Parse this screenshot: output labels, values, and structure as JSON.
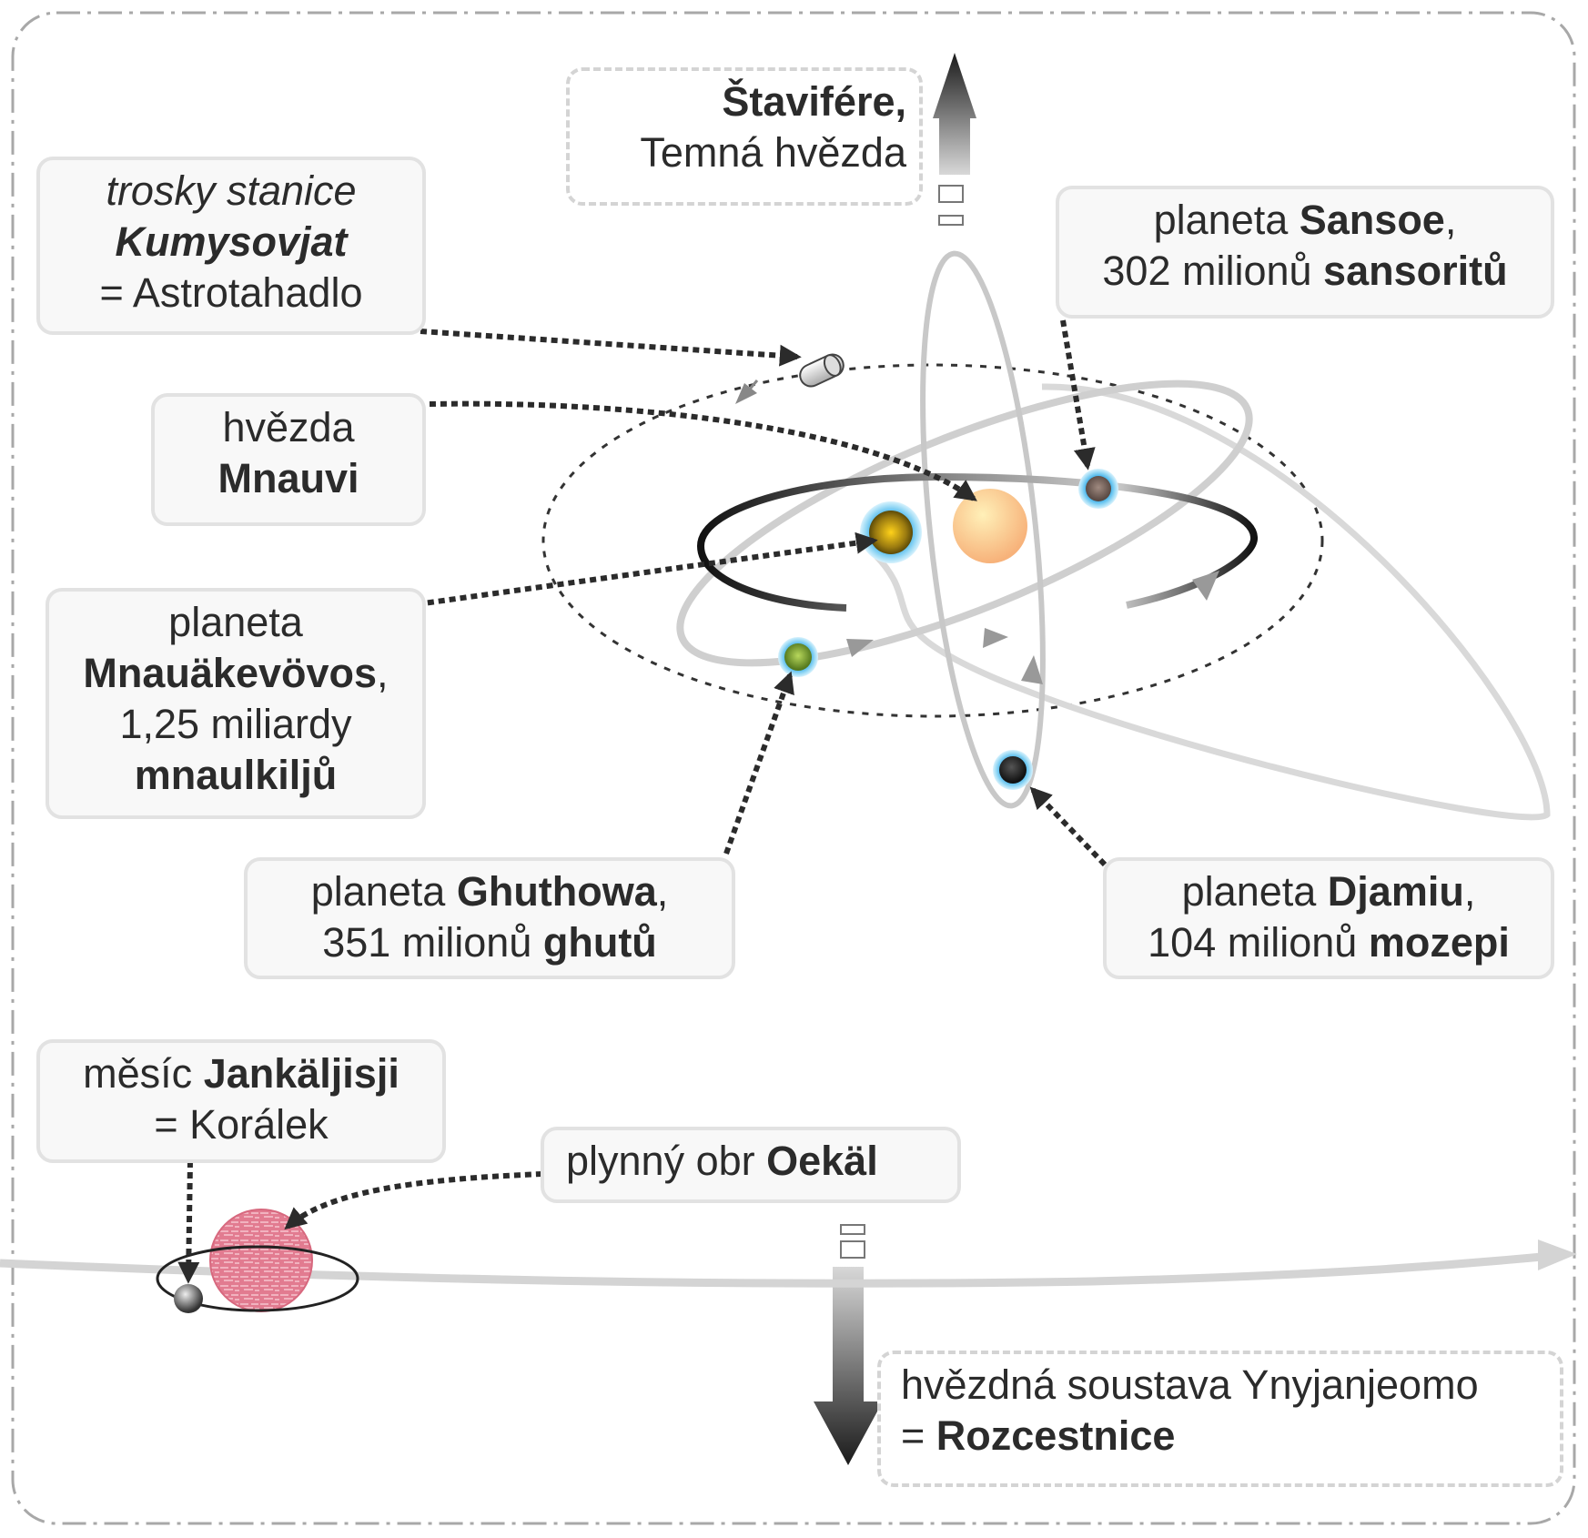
{
  "colors": {
    "frame": "#a8a8a8",
    "box_border": "#e2e2e2",
    "box_fill": "#f8f8f8",
    "text": "#2b2b2b",
    "pointer": "#2b2b2b",
    "star": "#fcc87e",
    "gas_giant": "#e27b90"
  },
  "labels": {
    "stavifere": {
      "name": "Štavifére,",
      "desc": "Temná hvězda"
    },
    "station": {
      "prefix": "trosky stanice",
      "name": "Kumysovjat",
      "alias": "= Astrotahadlo"
    },
    "star": {
      "prefix": "hvězda",
      "name": "Mnauvi"
    },
    "sansoe": {
      "prefix": "planeta ",
      "name": "Sansoe",
      "suffix": ",",
      "pop_prefix": "302 milionů ",
      "pop_name": "sansoritů"
    },
    "mnauakevovos": {
      "prefix": "planeta",
      "name": "Mnauäkevövos",
      "suffix": ",",
      "pop_prefix": "1,25 miliardy",
      "pop_name": "mnaulkiljů"
    },
    "ghuthowa": {
      "prefix": "planeta ",
      "name": "Ghuthowa",
      "suffix": ",",
      "pop_prefix": "351 milionů ",
      "pop_name": "ghutů"
    },
    "djamiu": {
      "prefix": "planeta ",
      "name": "Djamiu",
      "suffix": ",",
      "pop_prefix": "104 milionů ",
      "pop_name": "mozepi"
    },
    "moon": {
      "prefix": "měsíc ",
      "name": "Jankäljisji",
      "alias": "= Korálek"
    },
    "giant": {
      "prefix": "plynný obr ",
      "name": "Oekäl"
    },
    "system": {
      "prefix": "hvězdná soustava Ynyjanjeomo",
      "eq": "= ",
      "name": "Rozcestnice"
    }
  }
}
